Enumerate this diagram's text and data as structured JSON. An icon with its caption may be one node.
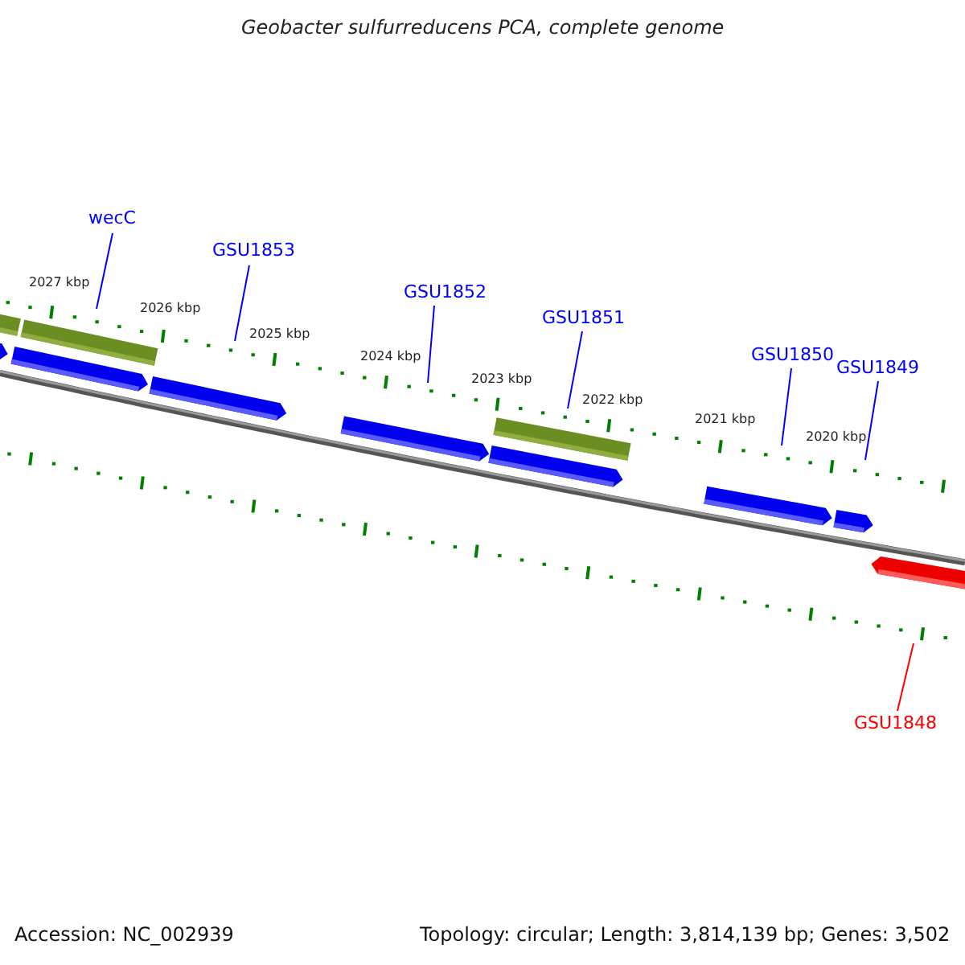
{
  "diagram": {
    "title": "Geobacter sulfurreducens PCA, complete genome",
    "nodes": [
      {
        "text": [
          "wecC"
        ]
      },
      {
        "text": [
          "GSU1853"
        ]
      },
      {
        "text": [
          "GSU1852"
        ]
      },
      {
        "text": [
          "GSU1851"
        ]
      },
      {
        "text": [
          "GSU1850"
        ]
      },
      {
        "text": [
          "GSU1849"
        ]
      },
      {
        "text": [
          "GSU1848"
        ]
      }
    ],
    "edges": [
      {
        "from": 0,
        "to": null,
        "arrow": "none"
      },
      {
        "from": 1,
        "to": null,
        "arrow": "none"
      },
      {
        "from": 2,
        "to": null,
        "arrow": "none"
      },
      {
        "from": 3,
        "to": null,
        "arrow": "none"
      },
      {
        "from": 4,
        "to": null,
        "arrow": "none"
      },
      {
        "from": 5,
        "to": null,
        "arrow": "none"
      },
      {
        "from": 6,
        "to": null,
        "arrow": "none",
        "color": "#ff0000"
      }
    ],
    "labels": [
      "2027 kbp",
      "2026 kbp",
      "2025 kbp",
      "2024 kbp",
      "2023 kbp",
      "2022 kbp",
      "2021 kbp",
      "2020 kbp",
      "Accession: NC_002939",
      "Topology: circular; Length: 3,814,139 bp; Genes: 3,502"
    ]
  }
}
